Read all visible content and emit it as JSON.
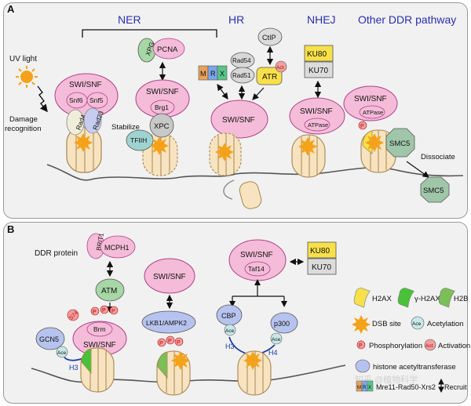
{
  "panelA": {
    "label": "A",
    "categories": {
      "ner": "NER",
      "hr": "HR",
      "nhej": "NHEJ",
      "other": "Other DDR pathway"
    },
    "uv_light": "UV light",
    "damage_recognition": [
      "Damage",
      "recognition"
    ],
    "stabilize": "Stabilize",
    "dissociate": "Dissociate",
    "swi_snf": "SWI/SNF",
    "snf6": "Snf6",
    "snf5": "Snf5",
    "rad4": "Rad4",
    "rad23": "Rad23",
    "brg1": "Brg1",
    "xpc": "XPC",
    "tfiih": "TFIIH",
    "xpg": "XPG",
    "pcna": "PCNA",
    "mrx": [
      "M",
      "R",
      "X"
    ],
    "rad54": "Rad54",
    "rad51": "Rad51",
    "ctip": "CtIP",
    "atr": "ATR",
    "act": "Act",
    "ku80": "KU80",
    "ku70": "KU70",
    "atpase": "ATPase",
    "p": "P",
    "smc5": "SMC5"
  },
  "panelB": {
    "label": "B",
    "ddr_protein": "DDR protein",
    "brit1": "BRIT1",
    "mcph1": "MCPH1",
    "atm": "ATM",
    "s74": "S74",
    "brm": "Brm",
    "swi_snf": "SWI/SNF",
    "gcn5": "GCN5",
    "ace": "Ace",
    "h3": "H3",
    "h4": "H4",
    "p": "P",
    "lkb1": "LKB1/AMPK2",
    "taf14": "Taf14",
    "ku80": "KU80",
    "ku70": "KU70",
    "cbp": "CBP",
    "p300": "p300"
  },
  "legend": {
    "h2ax": "H2AX",
    "gamma_h2ax": "γ-H2AX",
    "h2b": "H2B",
    "dsb_site": "DSB site",
    "acetylation": "Acetylation",
    "phosphorylation": "Phosphorylation",
    "activation": "Activation",
    "hat": "histone acetyltransferase",
    "mrx_label": "Mre11-Rad50-Xrs2",
    "recruit": "Recruit"
  },
  "watermark": "知乎 @植物科学",
  "colors": {
    "swi_pink": "#f4bcd8",
    "swi_stroke": "#b0408a",
    "nucleosome": "#f7e3bf",
    "nucleosome_stroke": "#a88550",
    "star": "#f5a21b",
    "dna_blue": "#1b3aa6",
    "title_blue": "#2a2fb0",
    "gray_protein": "#c8c8c8",
    "green_tfiih": "#9ed3d0",
    "green_smc5": "#9fc6a8",
    "yellow_h2ax": "#f7e04a",
    "green_gamma": "#49c23a",
    "green_h2b": "#7bbf58",
    "hat_blue": "#b7c3ef",
    "red_phospho": "#f0a0a0",
    "mrx_m": "#e9a15c",
    "mrx_r": "#7aa7e6",
    "mrx_x": "#58c48a"
  }
}
